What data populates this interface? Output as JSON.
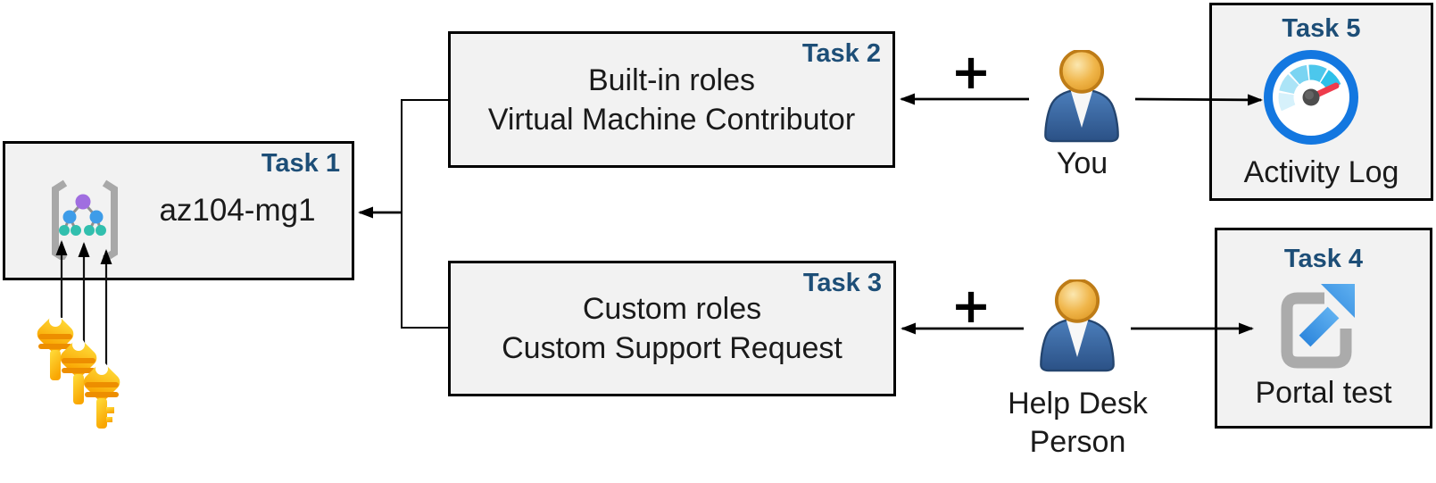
{
  "task1": {
    "label": "Task 1",
    "name": "az104-mg1",
    "icon": "management-group-icon"
  },
  "task2": {
    "label": "Task 2",
    "line1": "Built-in roles",
    "line2": "Virtual Machine Contributor"
  },
  "task3": {
    "label": "Task 3",
    "line1": "Custom roles",
    "line2": "Custom Support Request"
  },
  "task4": {
    "label": "Task 4",
    "caption": "Portal test",
    "icon": "portal-external-link-icon"
  },
  "task5": {
    "label": "Task 5",
    "caption": "Activity Log",
    "icon": "activity-log-gauge-icon"
  },
  "actors": {
    "you": {
      "name": "You",
      "icon": "person-icon"
    },
    "helpdesk": {
      "name_line1": "Help Desk",
      "name_line2": "Person",
      "icon": "person-icon"
    }
  },
  "operators": {
    "plus_top": "+",
    "plus_bottom": "+"
  },
  "icons": {
    "keys": "three-gold-keys-icon"
  },
  "colors": {
    "task_label_blue": "#1D4E77",
    "box_fill": "#F2F2F2",
    "box_border": "#000000",
    "text": "#1A1A1A",
    "key_gold_light": "#FFDE3C",
    "key_gold_dark": "#F9A602",
    "key_bar_orange": "#ED8E00",
    "person_body_blue": "#33619E",
    "person_head_orange": "#E8A33D",
    "gauge_ring_blue": "#1377E0",
    "gauge_segment_cyan": "#2EC0E9",
    "gauge_needle_red": "#EE3B4C",
    "portal_frame_gray": "#ABABAB",
    "portal_arrow_blue": "#3E9BE9",
    "mg_bracket_gray": "#A8A8A8",
    "mg_node_purple": "#A06EE0",
    "mg_node_blue": "#3E9CE8",
    "mg_node_teal": "#31BFAE"
  }
}
